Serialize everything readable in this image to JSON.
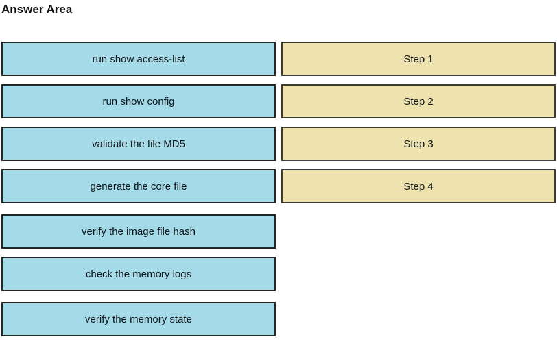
{
  "title": "Answer Area",
  "colors": {
    "source_fill": "#a5dbe9",
    "source_border": "#252525",
    "target_fill": "#eee3af",
    "target_border": "#3c3c32"
  },
  "sources": [
    {
      "label": "run show access-list"
    },
    {
      "label": "run show config"
    },
    {
      "label": "validate the file MD5"
    },
    {
      "label": "generate the core file"
    },
    {
      "label": "verify the image file hash"
    },
    {
      "label": "check the memory logs"
    },
    {
      "label": "verify the memory state"
    }
  ],
  "targets": [
    {
      "label": "Step 1"
    },
    {
      "label": "Step 2"
    },
    {
      "label": "Step 3"
    },
    {
      "label": "Step 4"
    }
  ]
}
